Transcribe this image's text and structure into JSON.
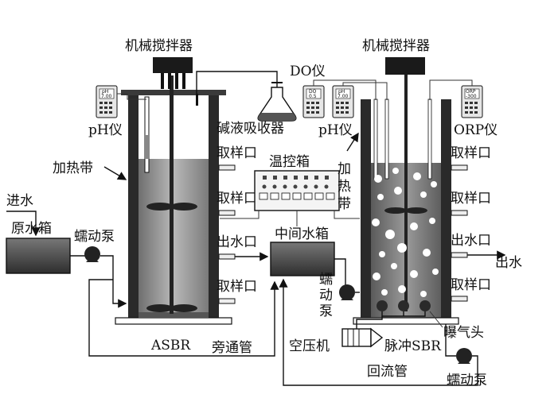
{
  "labels": {
    "mixer_left": "机械搅拌器",
    "mixer_right": "机械搅拌器",
    "do_meter": "DO仪",
    "ph_left": "pH仪",
    "ph_right": "pH仪",
    "orp_meter": "ORP仪",
    "alkali_absorber": "碱液吸收器",
    "heating_band_left": "加热带",
    "heating_band_right": "加\n热\n带",
    "temp_box": "温控箱",
    "inlet": "进水",
    "raw_tank": "原水箱",
    "pump_1": "蠕动泵",
    "pump_2": "蠕\n动\n泵",
    "pump_3": "蠕动泵",
    "middle_tank": "中间水箱",
    "sample_1": "取样口",
    "sample_2": "取样口",
    "sample_3": "取样口",
    "sample_4": "取样口",
    "sample_5": "取样口",
    "sample_6": "取样口",
    "outlet_1": "出水口",
    "outlet_2": "出水口",
    "effluent": "出水",
    "asbr": "ASBR",
    "bypass": "旁通管",
    "compressor": "空压机",
    "pulse_sbr": "脉冲SBR",
    "aerator": "曝气头",
    "return_pipe": "回流管"
  },
  "meters": {
    "ph_left": {
      "top": "pH",
      "value": "7.00"
    },
    "do": {
      "top": "DO",
      "value": "0.5"
    },
    "ph_right": {
      "top": "pH",
      "value": "7.00"
    },
    "orp": {
      "top": "ORP",
      "value": "-300"
    }
  },
  "colors": {
    "liquid_left": "#a8a8a8",
    "liquid_right": "#8c8c8c",
    "wall": "#2a2a2a",
    "tank_fill": "#4a4a4a",
    "bubble": "#ffffff"
  }
}
